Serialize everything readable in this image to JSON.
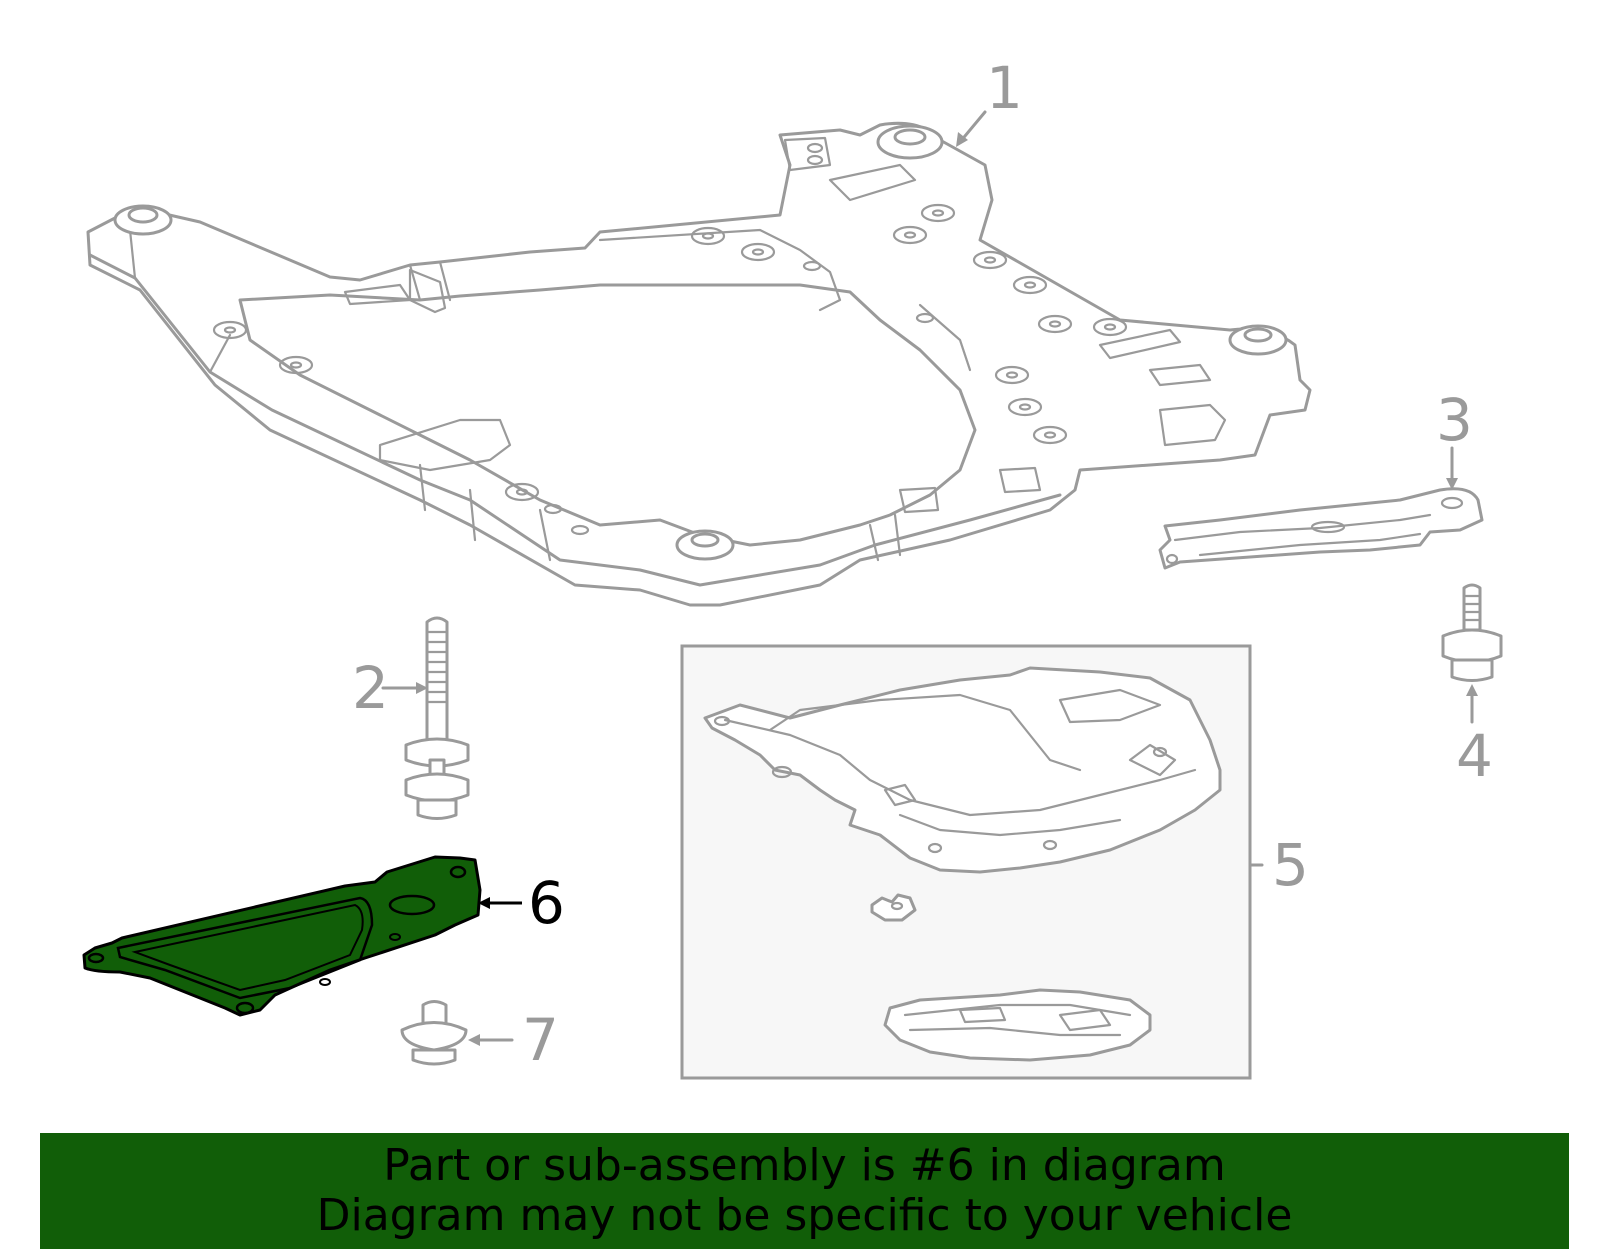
{
  "callouts": {
    "c1": "1",
    "c2": "2",
    "c3": "3",
    "c4": "4",
    "c5": "5",
    "c6": "6",
    "c7": "7"
  },
  "highlight": {
    "part_number": "6",
    "fill_color": "#115e08"
  },
  "colors": {
    "line_art": "#9a9a9a",
    "inset_background": "#f7f7f7",
    "banner_background": "#115e08"
  },
  "banner": {
    "line1": "Part or sub-assembly is #6 in diagram",
    "line2": "Diagram may not be specific to your vehicle"
  }
}
